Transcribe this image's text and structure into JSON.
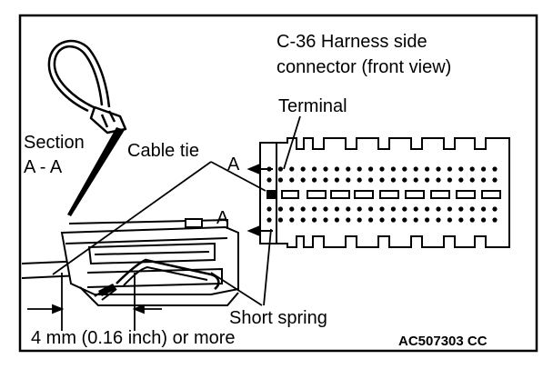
{
  "labels": {
    "connector_title_line1": "C-36 Harness side",
    "connector_title_line2": "connector (front view)",
    "terminal": "Terminal",
    "section_line1": "Section",
    "section_line2": "A - A",
    "cable_tie": "Cable tie",
    "section_mark_top": "A",
    "section_mark_bottom": "A",
    "short_spring": "Short spring",
    "dimension": "4 mm (0.16 inch) or more",
    "figure_code": "AC507303 CC"
  },
  "colors": {
    "line": "#000000",
    "background": "#ffffff"
  }
}
